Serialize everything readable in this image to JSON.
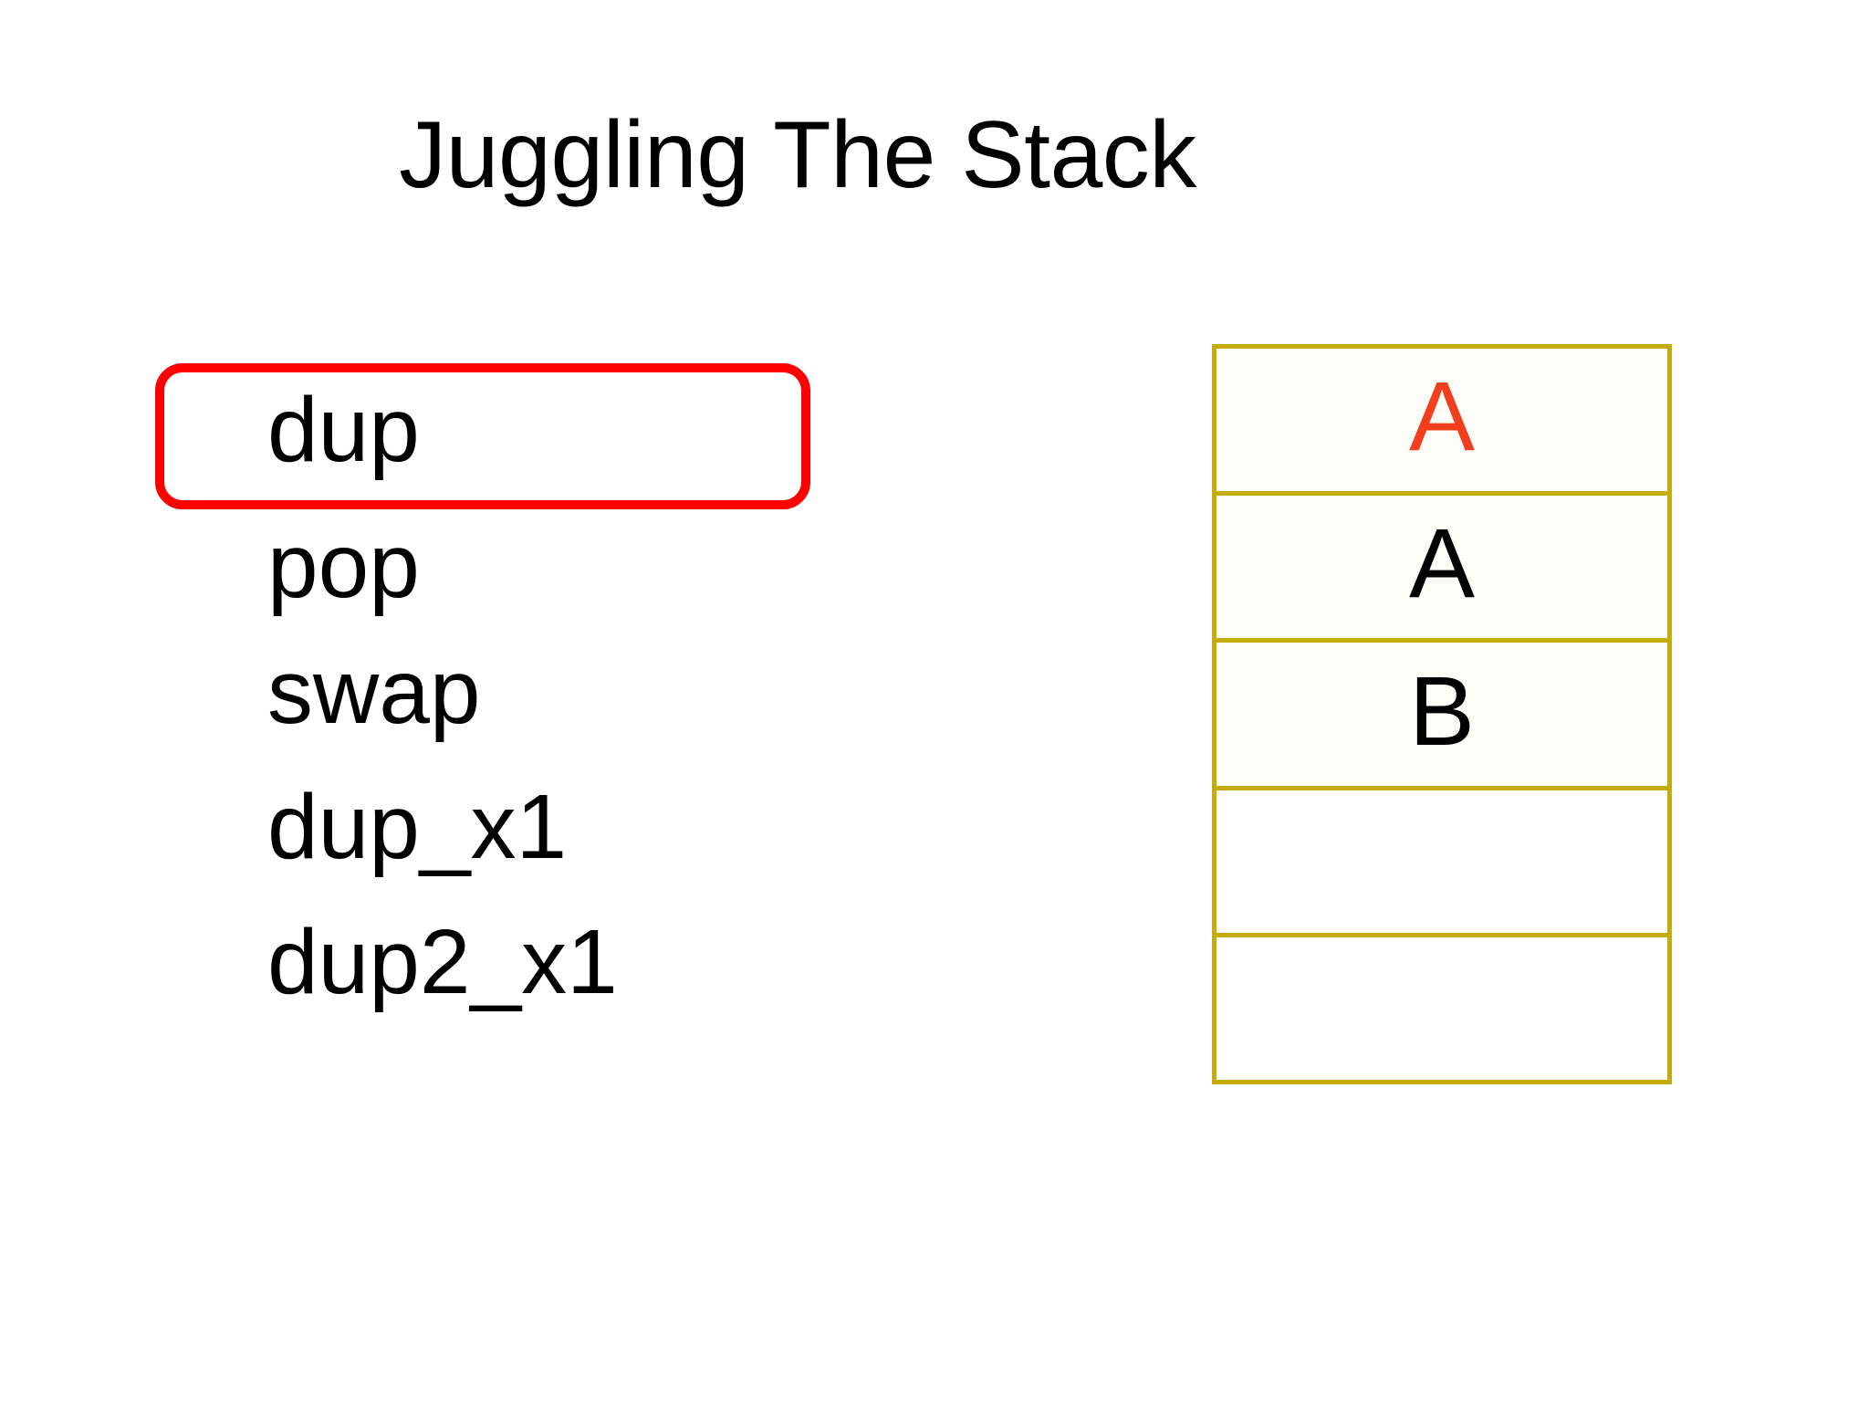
{
  "slide": {
    "title": "Juggling The Stack",
    "background_color": "#FFFFFF"
  },
  "operations": {
    "highlight_color": "#FF0000",
    "items": [
      {
        "label": "dup",
        "highlighted": true
      },
      {
        "label": "pop",
        "highlighted": false
      },
      {
        "label": "swap",
        "highlighted": false
      },
      {
        "label": "dup_x1",
        "highlighted": false
      },
      {
        "label": "dup2_x1",
        "highlighted": false
      }
    ]
  },
  "stack": {
    "border_color": "#C5AC0C",
    "accent_color": "#F03E1E",
    "default_color": "#000000",
    "cells": [
      {
        "value": "A",
        "accent": true,
        "empty": false
      },
      {
        "value": "A",
        "accent": false,
        "empty": false
      },
      {
        "value": "B",
        "accent": false,
        "empty": false
      },
      {
        "value": "",
        "accent": false,
        "empty": true
      },
      {
        "value": "",
        "accent": false,
        "empty": true
      }
    ]
  }
}
